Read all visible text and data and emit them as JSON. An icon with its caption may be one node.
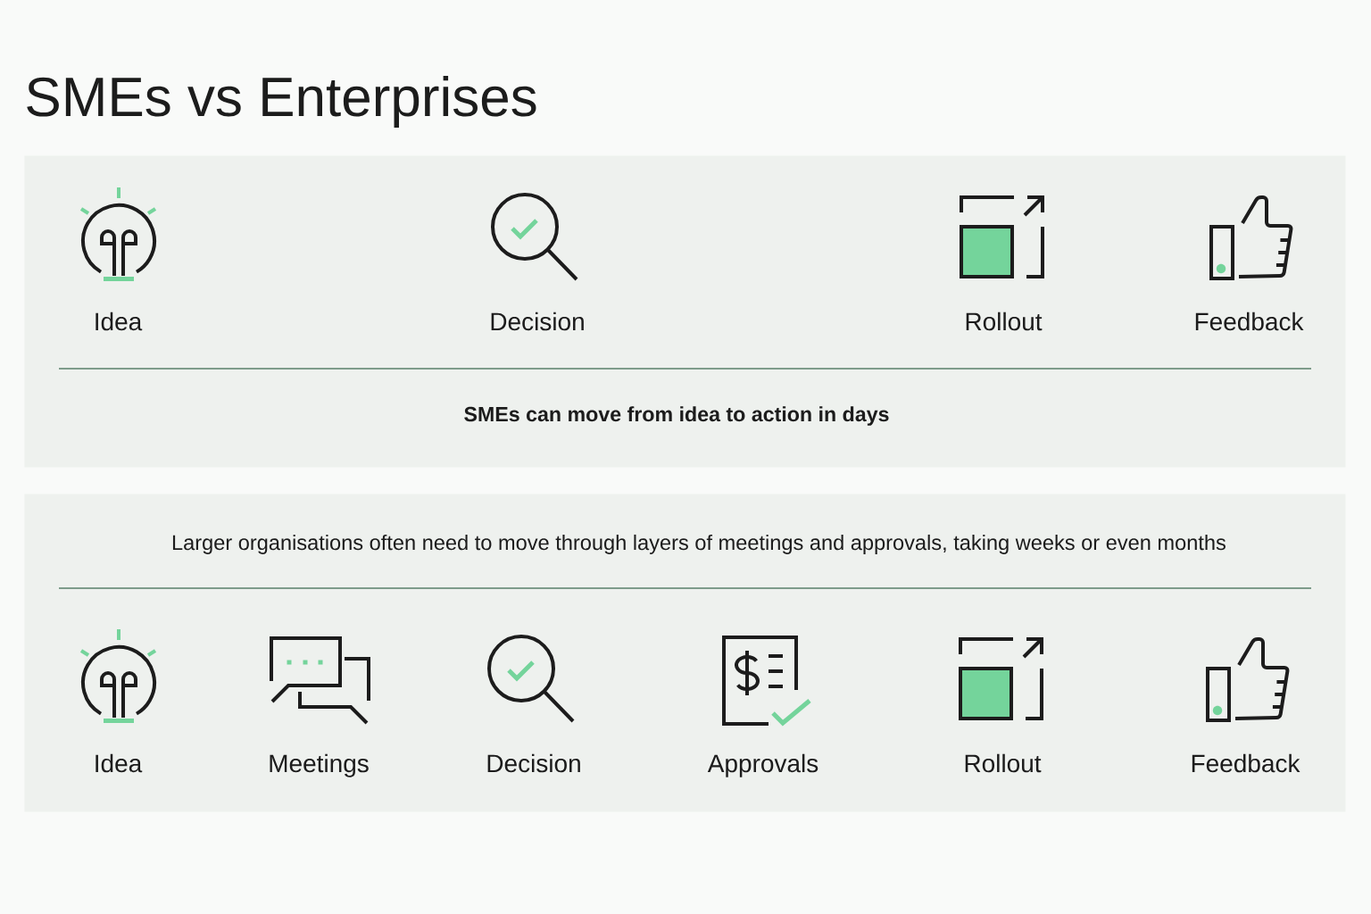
{
  "diagram": {
    "title": "SMEs vs Enterprises",
    "nodes": [
      {
        "text": [
          "SMEs can move from idea to action in days"
        ]
      },
      {
        "text": [
          "Idea"
        ],
        "in": 0
      },
      {
        "text": [
          "Decision"
        ],
        "in": 0
      },
      {
        "text": [
          "Rollout"
        ],
        "in": 0
      },
      {
        "text": [
          "Feedback"
        ],
        "in": 0
      },
      {
        "text": [
          "Larger organisations often need to move through layers of meetings and approvals, taking weeks or even months"
        ]
      },
      {
        "text": [
          "Idea"
        ],
        "in": 5
      },
      {
        "text": [
          "Meetings"
        ],
        "in": 5
      },
      {
        "text": [
          "Decision"
        ],
        "in": 5
      },
      {
        "text": [
          "Approvals"
        ],
        "in": 5
      },
      {
        "text": [
          "Rollout"
        ],
        "in": 5
      },
      {
        "text": [
          "Feedback"
        ],
        "in": 5
      }
    ]
  }
}
